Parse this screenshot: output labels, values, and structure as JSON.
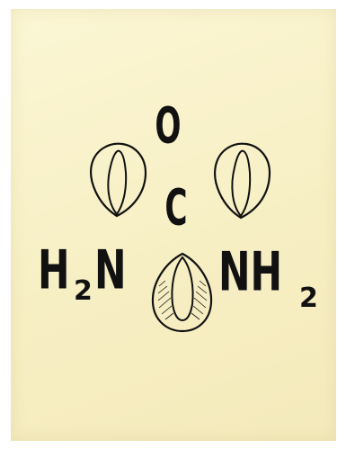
{
  "molecule": {
    "top_atom": "O",
    "center_atom": "C",
    "left_group": {
      "symbol": "H",
      "subscript": "2",
      "tail": "N"
    },
    "right_group": {
      "symbol": "NH",
      "subscript": "2"
    }
  },
  "colors": {
    "paper": "#f7efc4",
    "ink": "#111111"
  },
  "icons": [
    "seed-icon"
  ]
}
